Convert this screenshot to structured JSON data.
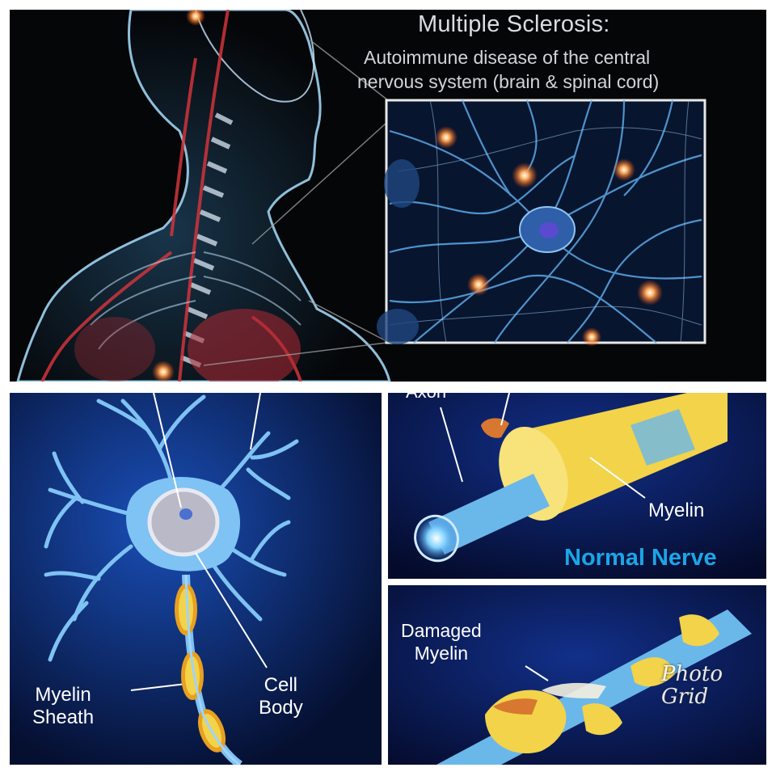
{
  "top": {
    "title": "Multiple Sclerosis:",
    "subtitle_line1": "Autoimmune disease of the central",
    "subtitle_line2": "nervous system (brain & spinal cord)"
  },
  "neuron": {
    "myelin_sheath_line1": "Myelin",
    "myelin_sheath_line2": "Sheath",
    "cell_body_line1": "Cell",
    "cell_body_line2": "Body"
  },
  "normal": {
    "axon_label": "Axon",
    "myelin_label": "Myelin",
    "nerve_label": "Normal Nerve"
  },
  "damaged": {
    "label_line1": "Damaged",
    "label_line2": "Myelin"
  },
  "watermark": {
    "line1": "Photo",
    "line2": "Grid"
  },
  "colors": {
    "body_blue": "#8fd0ff",
    "artery_red": "#d0343a",
    "neuron_blue": "#5aa9e8",
    "myelin_yellow": "#f2d34a",
    "accent_cyan": "#1ba6e6"
  }
}
